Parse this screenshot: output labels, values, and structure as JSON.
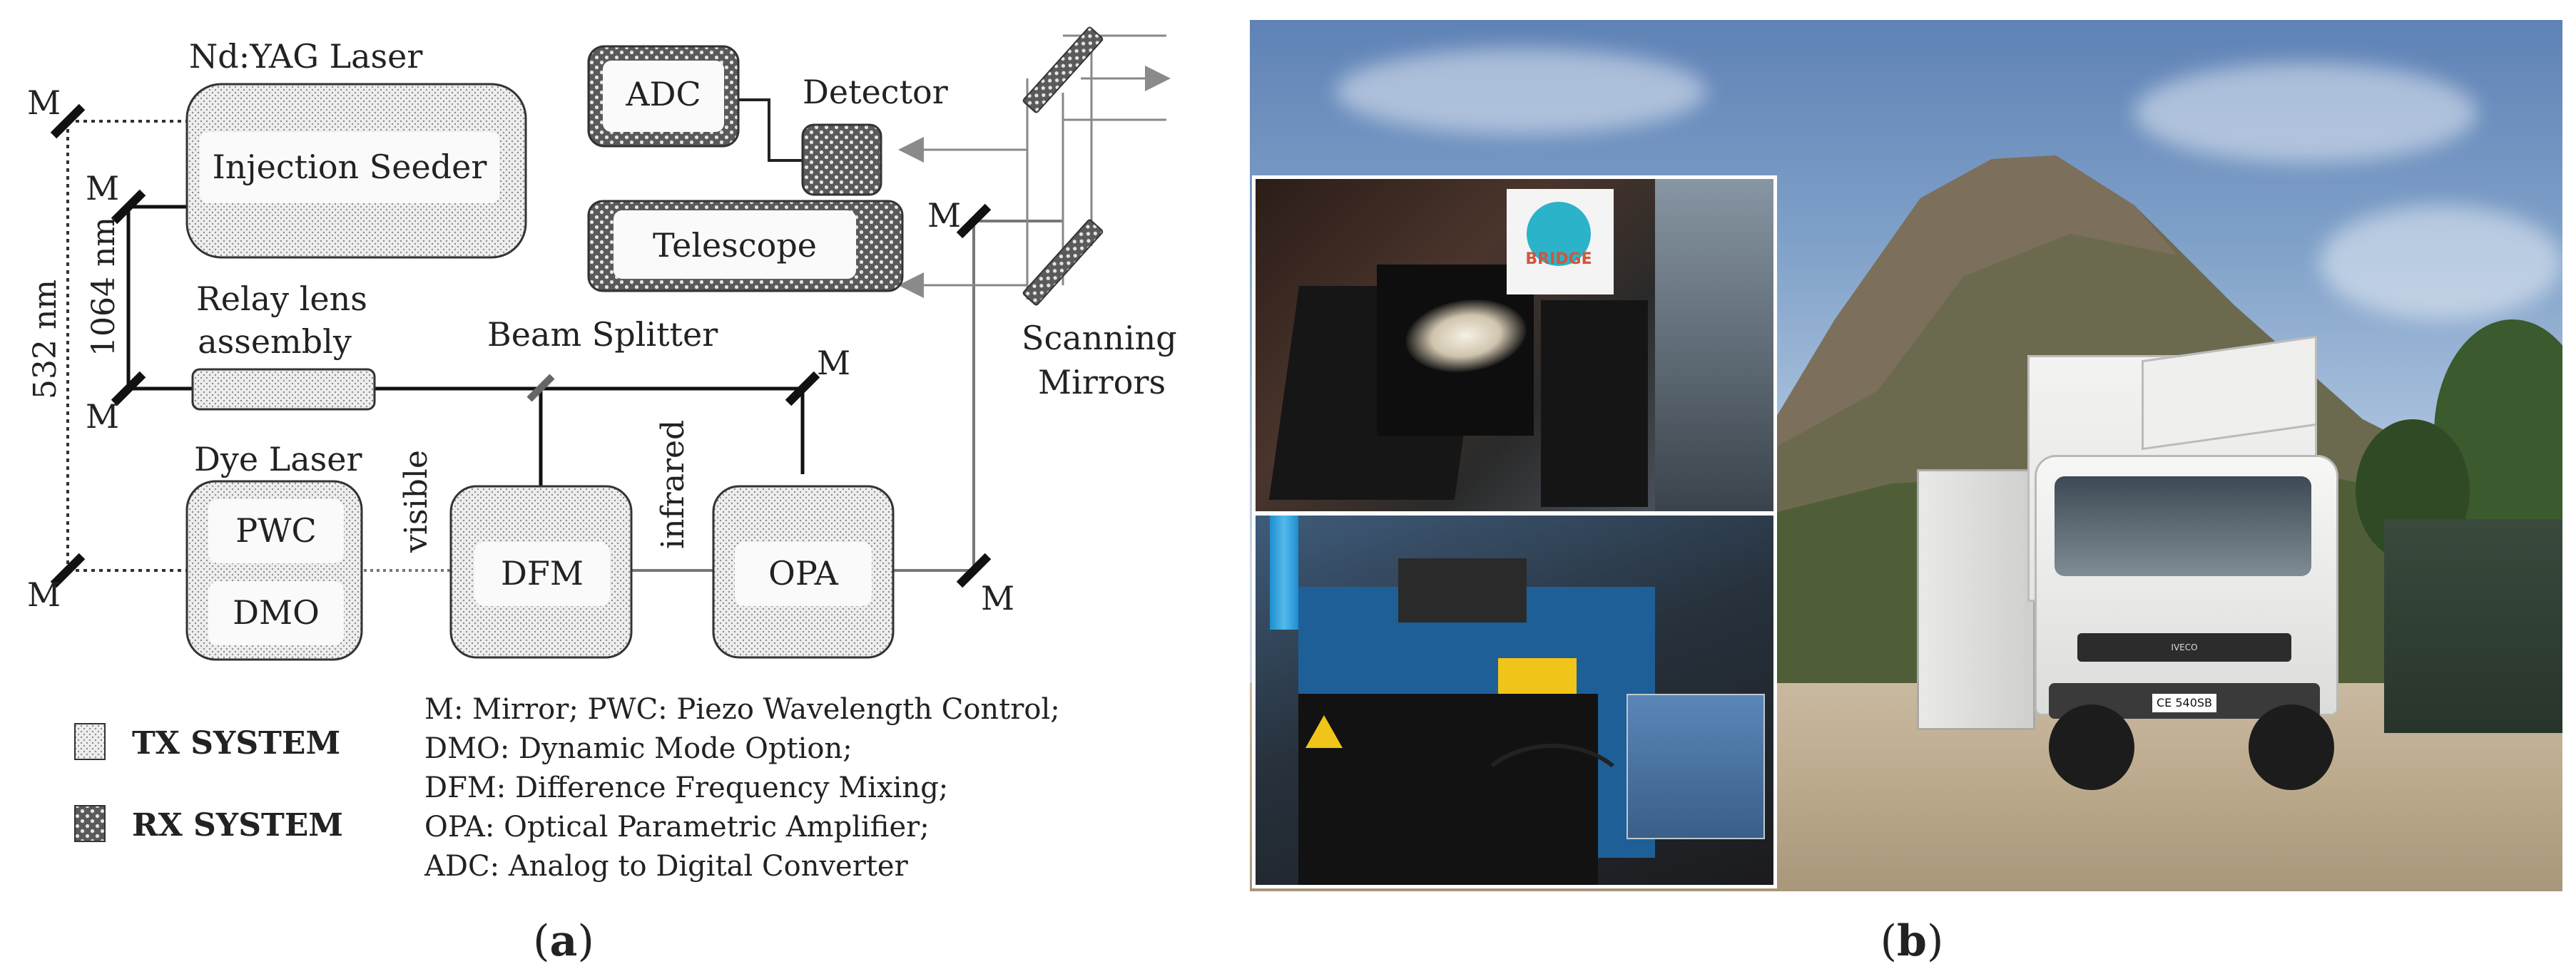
{
  "panel_a": {
    "components": {
      "nd_yag_laser": "Nd:YAG Laser",
      "injection_seeder": "Injection Seeder",
      "adc": "ADC",
      "detector": "Detector",
      "telescope": "Telescope",
      "relay_lens_line1": "Relay lens",
      "relay_lens_line2": "assembly",
      "beam_splitter": "Beam Splitter",
      "scanning_mirrors_line1": "Scanning",
      "scanning_mirrors_line2": "Mirrors",
      "dye_laser": "Dye Laser",
      "pwc": "PWC",
      "dmo": "DMO",
      "dfm": "DFM",
      "opa": "OPA"
    },
    "beam_labels": {
      "nm532": "532 nm",
      "nm1064": "1064 nm",
      "visible": "visible",
      "infrared": "infrared"
    },
    "mirror_label": "M",
    "legend": {
      "tx": "TX SYSTEM",
      "rx": "RX SYSTEM"
    },
    "abbreviations": [
      "M: Mirror; PWC: Piezo Wavelength Control;",
      "DMO: Dynamic Mode Option;",
      "DFM: Difference Frequency Mixing;",
      "OPA: Optical Parametric Amplifier;",
      "ADC: Analog to Digital Converter"
    ],
    "caption": {
      "open": "(",
      "letter": "a",
      "close": ")"
    }
  },
  "panel_b": {
    "poster_text": "BRIDGE",
    "truck_badge": "IVECO",
    "plate": "CE 540SB",
    "caption": {
      "open": "(",
      "letter": "b",
      "close": ")"
    }
  }
}
